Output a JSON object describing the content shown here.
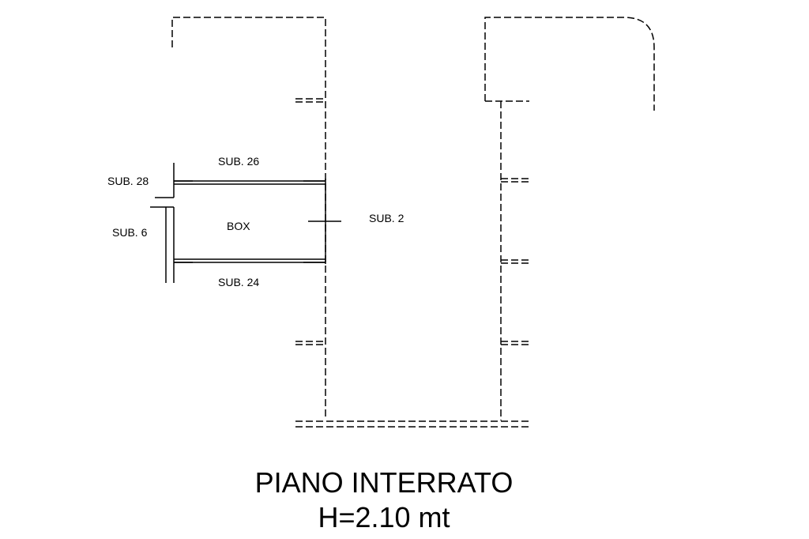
{
  "plan": {
    "labels": {
      "sub_26": "SUB. 26",
      "sub_28": "SUB. 28",
      "sub_6": "SUB. 6",
      "box": "BOX",
      "sub_2": "SUB. 2",
      "sub_24": "SUB. 24"
    },
    "title": {
      "line1": "PIANO INTERRATO",
      "line2": "H=2.10 mt"
    }
  }
}
